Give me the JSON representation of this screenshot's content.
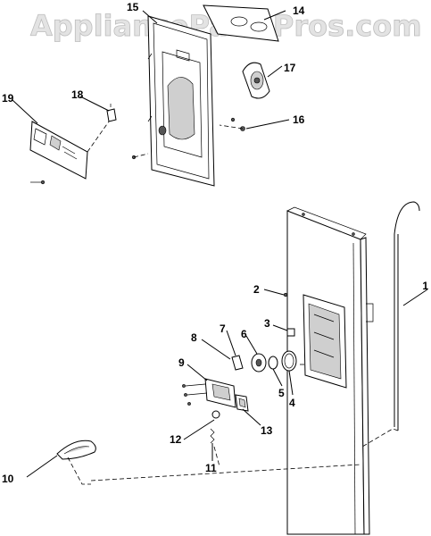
{
  "watermark": "AppliancePartsPros.com",
  "callouts": {
    "c1": "1",
    "c2": "2",
    "c3": "3",
    "c4": "4",
    "c5": "5",
    "c6": "6",
    "c7": "7",
    "c8": "8",
    "c9": "9",
    "c10": "10",
    "c11": "11",
    "c12": "12",
    "c13": "13",
    "c14": "14",
    "c15": "15",
    "c16": "16",
    "c17": "17",
    "c18": "18",
    "c19": "19"
  },
  "colors": {
    "line": "#000000",
    "watermark_fill": "#e3e3e3",
    "panel_fill": "#ffffff"
  }
}
